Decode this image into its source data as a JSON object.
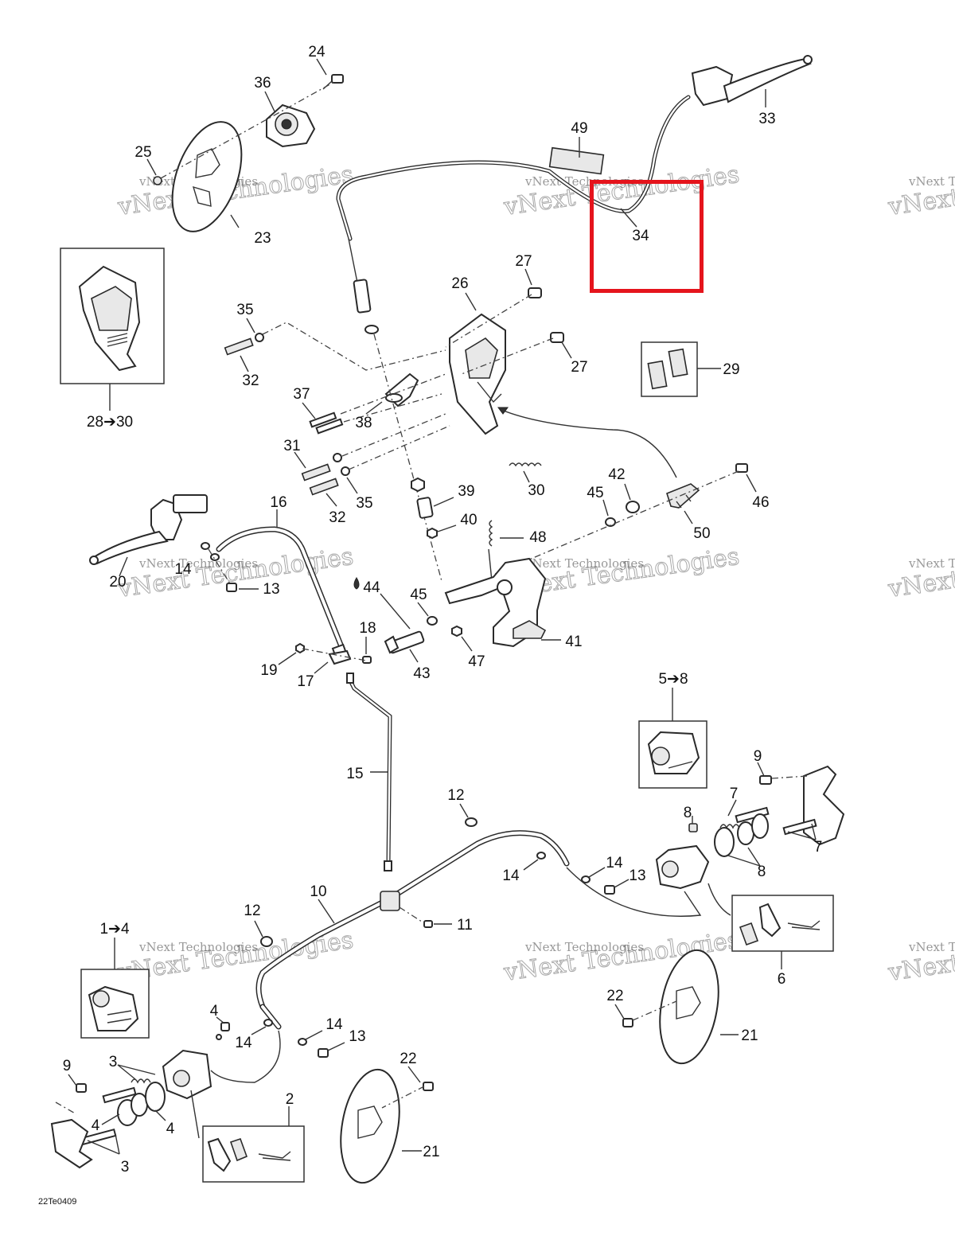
{
  "diagram_code": "22Te0409",
  "watermark": {
    "line1": "vNext Technologies",
    "line2": "vNext\nTechnologies"
  },
  "highlight": {
    "color": "#e5141c",
    "target_part": "34"
  },
  "callouts": [
    {
      "id": "c24",
      "text": "24"
    },
    {
      "id": "c36",
      "text": "36"
    },
    {
      "id": "c25",
      "text": "25"
    },
    {
      "id": "c23",
      "text": "23"
    },
    {
      "id": "c49",
      "text": "49"
    },
    {
      "id": "c33",
      "text": "33"
    },
    {
      "id": "c34",
      "text": "34"
    },
    {
      "id": "c27a",
      "text": "27"
    },
    {
      "id": "c27b",
      "text": "27"
    },
    {
      "id": "c26",
      "text": "26"
    },
    {
      "id": "c35a",
      "text": "35"
    },
    {
      "id": "c32a",
      "text": "32"
    },
    {
      "id": "c29",
      "text": "29"
    },
    {
      "id": "c2830",
      "text": "28➔30"
    },
    {
      "id": "c37",
      "text": "37"
    },
    {
      "id": "c38",
      "text": "38"
    },
    {
      "id": "c31",
      "text": "31"
    },
    {
      "id": "c32b",
      "text": "32"
    },
    {
      "id": "c35b",
      "text": "35"
    },
    {
      "id": "c39",
      "text": "39"
    },
    {
      "id": "c30",
      "text": "30"
    },
    {
      "id": "c42",
      "text": "42"
    },
    {
      "id": "c45a",
      "text": "45"
    },
    {
      "id": "c46",
      "text": "46"
    },
    {
      "id": "c40",
      "text": "40"
    },
    {
      "id": "c50",
      "text": "50"
    },
    {
      "id": "c16",
      "text": "16"
    },
    {
      "id": "c48",
      "text": "48"
    },
    {
      "id": "c20",
      "text": "20"
    },
    {
      "id": "c14a",
      "text": "14"
    },
    {
      "id": "c13a",
      "text": "13"
    },
    {
      "id": "c44",
      "text": "44"
    },
    {
      "id": "c45b",
      "text": "45"
    },
    {
      "id": "c41",
      "text": "41"
    },
    {
      "id": "c18",
      "text": "18"
    },
    {
      "id": "c19",
      "text": "19"
    },
    {
      "id": "c17",
      "text": "17"
    },
    {
      "id": "c43",
      "text": "43"
    },
    {
      "id": "c47",
      "text": "47"
    },
    {
      "id": "c58",
      "text": "5➔8"
    },
    {
      "id": "c9a",
      "text": "9"
    },
    {
      "id": "c15",
      "text": "15"
    },
    {
      "id": "c12a",
      "text": "12"
    },
    {
      "id": "c7a",
      "text": "7"
    },
    {
      "id": "c8a",
      "text": "8"
    },
    {
      "id": "c7b",
      "text": "7"
    },
    {
      "id": "c8b",
      "text": "8"
    },
    {
      "id": "c14b",
      "text": "14"
    },
    {
      "id": "c14c",
      "text": "14"
    },
    {
      "id": "c13b",
      "text": "13"
    },
    {
      "id": "c10",
      "text": "10"
    },
    {
      "id": "c11",
      "text": "11"
    },
    {
      "id": "c12b",
      "text": "12"
    },
    {
      "id": "c14",
      "text": "1➔4"
    },
    {
      "id": "c6",
      "text": "6"
    },
    {
      "id": "c22a",
      "text": "22"
    },
    {
      "id": "c21a",
      "text": "21"
    },
    {
      "id": "c4a",
      "text": "4"
    },
    {
      "id": "c14d",
      "text": "14"
    },
    {
      "id": "c14e",
      "text": "14"
    },
    {
      "id": "c13c",
      "text": "13"
    },
    {
      "id": "c9b",
      "text": "9"
    },
    {
      "id": "c3a",
      "text": "3"
    },
    {
      "id": "c22b",
      "text": "22"
    },
    {
      "id": "c4b",
      "text": "4"
    },
    {
      "id": "c4c",
      "text": "4"
    },
    {
      "id": "c2",
      "text": "2"
    },
    {
      "id": "c3b",
      "text": "3"
    },
    {
      "id": "c21b",
      "text": "21"
    }
  ]
}
